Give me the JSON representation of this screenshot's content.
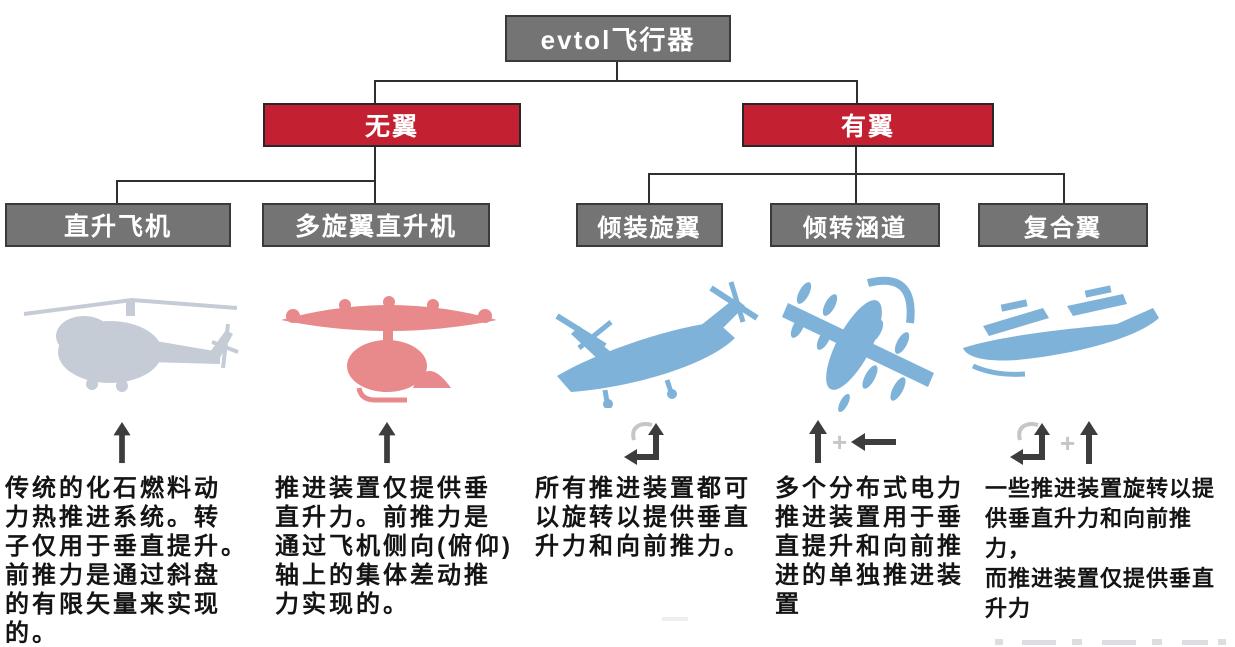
{
  "tree": {
    "root_label": "evtol飞行器",
    "branches": [
      {
        "label": "无翼"
      },
      {
        "label": "有翼"
      }
    ]
  },
  "columns": [
    {
      "parent": "无翼",
      "title": "直升飞机",
      "silhouette": "helicopter-silhouette",
      "silhouette_color": "#c6ccd6",
      "icon": "up-arrow",
      "lines": [
        "传统的化石燃料动",
        "力热推进系统。转",
        "子仅用于垂直提升。",
        "前推力是通过斜盘",
        "的有限矢量来实现",
        "的。"
      ]
    },
    {
      "parent": "无翼",
      "title": "多旋翼直升机",
      "silhouette": "multirotor-silhouette",
      "silhouette_color": "#e8898b",
      "icon": "up-arrow",
      "lines": [
        "推进装置仅提供垂",
        "直升力。前推力是",
        "通过飞机侧向(俯仰)",
        "轴上的集体差动推",
        "力实现的。"
      ]
    },
    {
      "parent": "有翼",
      "title": "倾装旋翼",
      "silhouette": "tiltrotor-silhouette",
      "silhouette_color": "#7fb2d8",
      "icon": "rotate-arrow",
      "lines": [
        "所有推进装置都可",
        "以旋转以提供垂直",
        "升力和向前推力。"
      ]
    },
    {
      "parent": "有翼",
      "title": "倾转涵道",
      "silhouette": "multi-prop-drone-silhouette",
      "silhouette_color": "#7fb2d8",
      "icon": "up-arrow-plus-left-arrow",
      "lines": [
        "多个分布式电力",
        "推进装置用于垂",
        "直提升和向前推",
        "进的单独推进装",
        "置"
      ]
    },
    {
      "parent": "有翼",
      "title": "复合翼",
      "silhouette": "compound-wing-silhouette",
      "silhouette_color": "#7fb2d8",
      "icon": "rotate-arrow-plus-up-arrow",
      "lines": [
        "一些推进装置旋转以提",
        "供垂直升力和向前推力，",
        "而推进装置仅提供垂直",
        "升力"
      ]
    }
  ],
  "colors": {
    "box_gray": "#747474",
    "box_border": "#3a3a3a",
    "branch_red": "#c32032",
    "line": "#2f2f2f",
    "arrow_dark": "#3d3d3d",
    "arrow_faint": "#c6c6c6",
    "heli": "#c6ccd6",
    "pink": "#e8898b",
    "blue": "#7fb2d8",
    "text": "#141414"
  }
}
